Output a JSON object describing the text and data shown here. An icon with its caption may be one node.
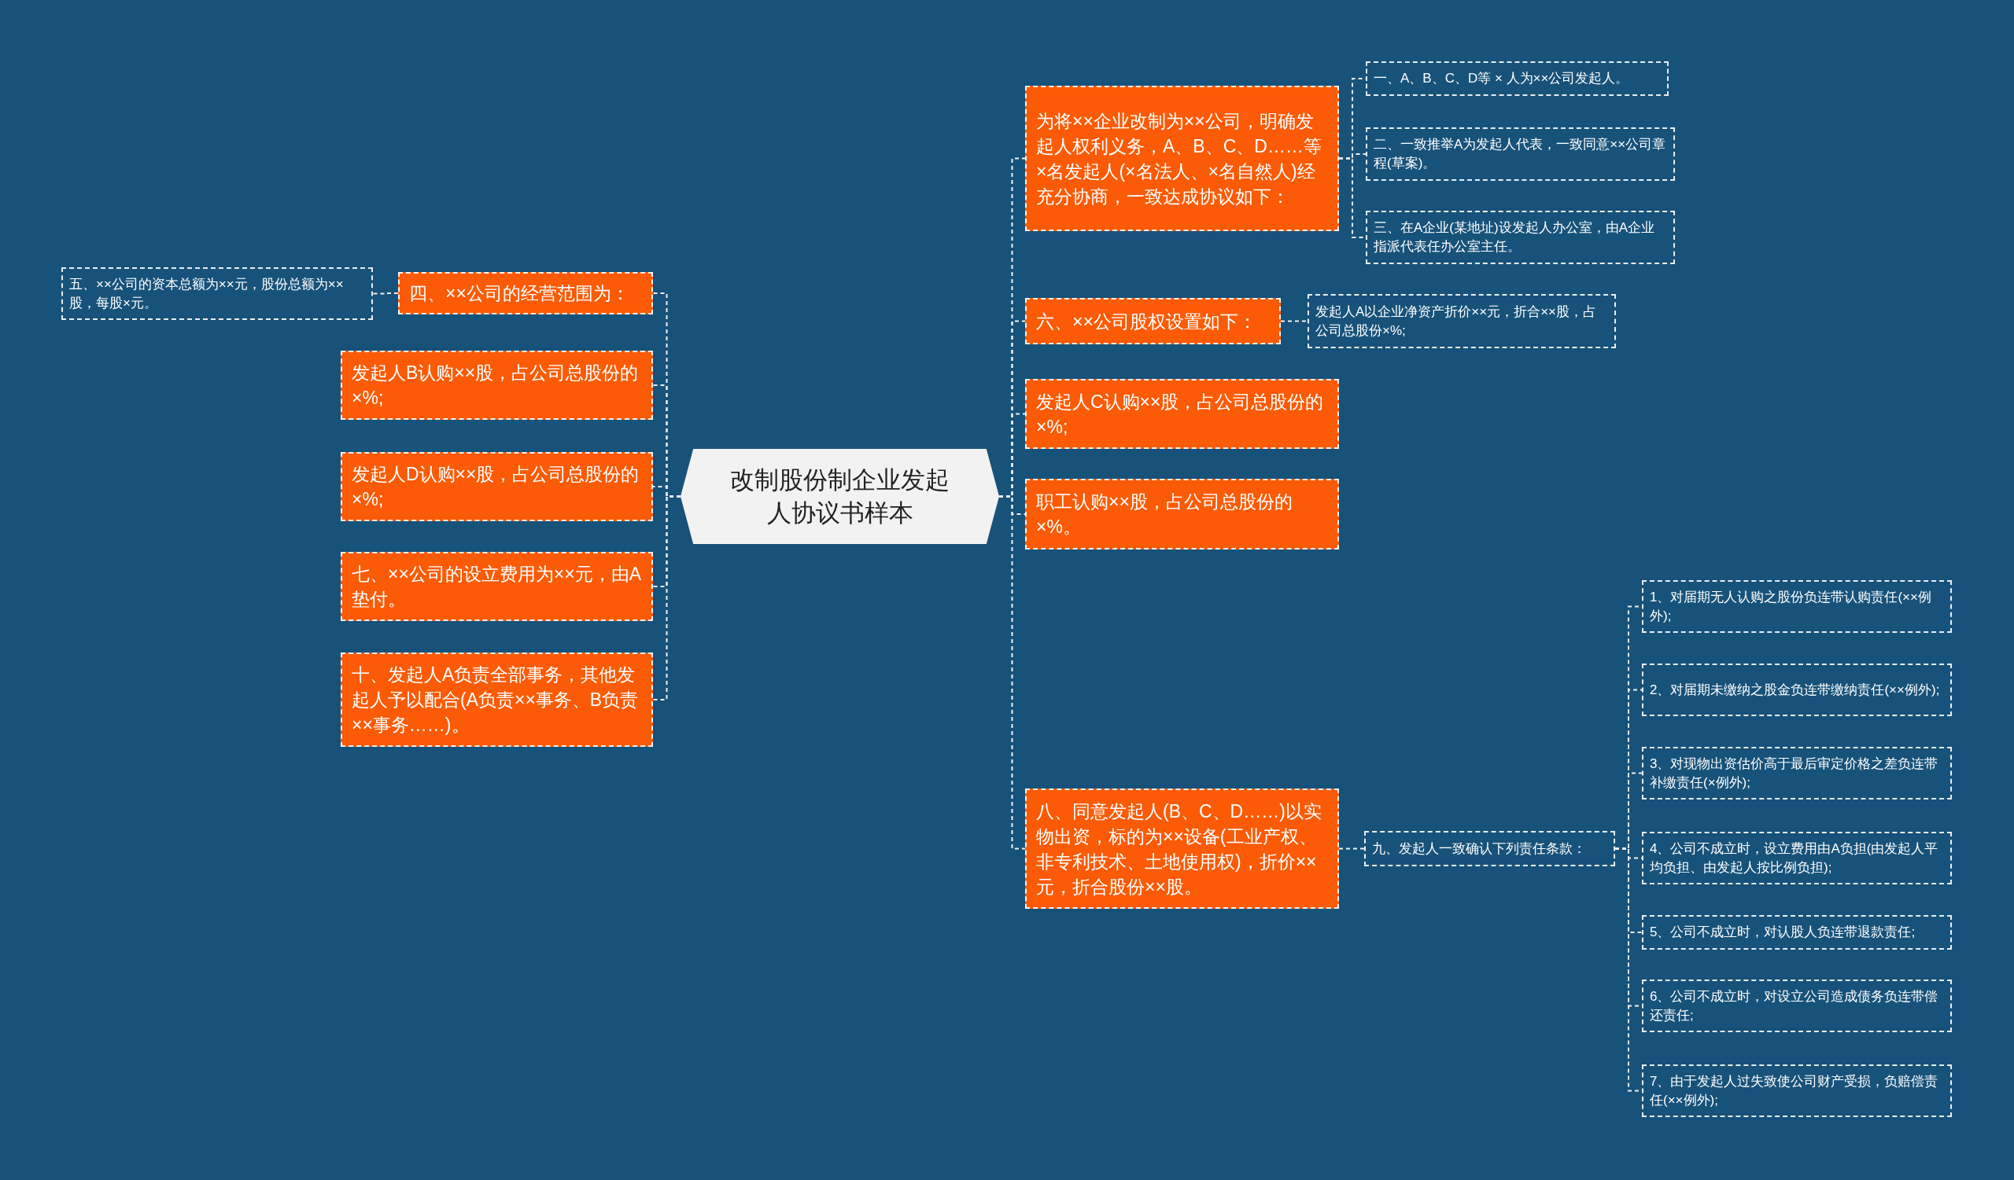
{
  "diagram": {
    "nodes": [
      {
        "text": [
          "改制股份制企业发起人协议书样本"
        ]
      },
      {
        "text": [
          "为将××企业改制为××公司，明确发起人权利义务，A、B、C、D……等×名发起人(×名法人、×名自然人)经充分协商，一致达成协议如下："
        ]
      },
      {
        "text": [
          "一、A、B、C、D等 × 人为××公司发起人。"
        ]
      },
      {
        "text": [
          "二、一致推举A为发起人代表，一致同意××公司章程(草案)。"
        ]
      },
      {
        "text": [
          "三、在A企业(某地址)设发起人办公室，由A企业指派代表任办公室主任。"
        ]
      },
      {
        "text": [
          "六、××公司股权设置如下："
        ]
      },
      {
        "text": [
          "发起人A以企业净资产折价××元，折合××股，占公司总股份×%;"
        ]
      },
      {
        "text": [
          "发起人C认购××股，占公司总股份的×%;"
        ]
      },
      {
        "text": [
          "职工认购××股，占公司总股份的×%。"
        ]
      },
      {
        "text": [
          "八、同意发起人(B、C、D……)以实物出资，标的为××设备(工业产权、非专利技术、土地使用权)，折价××元，折合股份××股。"
        ]
      },
      {
        "text": [
          "九、发起人一致确认下列责任条款："
        ]
      },
      {
        "text": [
          "1、对届期无人认购之股份负连带认购责任(××例外);"
        ]
      },
      {
        "text": [
          "2、对届期未缴纳之股金负连带缴纳责任(××例外);"
        ]
      },
      {
        "text": [
          "3、对现物出资估价高于最后审定价格之差负连带补缴责任(×例外);"
        ]
      },
      {
        "text": [
          "4、公司不成立时，设立费用由A负担(由发起人平均负担、由发起人按比例负担);"
        ]
      },
      {
        "text": [
          "5、公司不成立时，对认股人负连带退款责任;"
        ]
      },
      {
        "text": [
          "6、公司不成立时，对设立公司造成债务负连带偿还责任;"
        ]
      },
      {
        "text": [
          "7、由于发起人过失致使公司财产受损，负赔偿责任(××例外);"
        ]
      },
      {
        "text": [
          "四、××公司的经营范围为："
        ]
      },
      {
        "text": [
          "五、××公司的资本总额为××元，股份总额为××股，每股×元。"
        ]
      },
      {
        "text": [
          "发起人B认购××股，占公司总股份的×%;"
        ]
      },
      {
        "text": [
          "发起人D认购××股，占公司总股份的×%;"
        ]
      },
      {
        "text": [
          "七、××公司的设立费用为××元，由A垫付。"
        ]
      },
      {
        "text": [
          "十、发起人A负责全部事务，其他发起人予以配合(A负责××事务、B负责××事务……)。"
        ]
      }
    ],
    "edges": [
      {
        "from": 0,
        "to": 1,
        "arrow": "none"
      },
      {
        "from": 1,
        "to": 2,
        "arrow": "none"
      },
      {
        "from": 1,
        "to": 3,
        "arrow": "none"
      },
      {
        "from": 1,
        "to": 4,
        "arrow": "none"
      },
      {
        "from": 0,
        "to": 5,
        "arrow": "none"
      },
      {
        "from": 5,
        "to": 6,
        "arrow": "none"
      },
      {
        "from": 0,
        "to": 7,
        "arrow": "none"
      },
      {
        "from": 0,
        "to": 8,
        "arrow": "none"
      },
      {
        "from": 0,
        "to": 9,
        "arrow": "none"
      },
      {
        "from": 9,
        "to": 10,
        "arrow": "none"
      },
      {
        "from": 10,
        "to": 11,
        "arrow": "none"
      },
      {
        "from": 10,
        "to": 12,
        "arrow": "none"
      },
      {
        "from": 10,
        "to": 13,
        "arrow": "none"
      },
      {
        "from": 10,
        "to": 14,
        "arrow": "none"
      },
      {
        "from": 10,
        "to": 15,
        "arrow": "none"
      },
      {
        "from": 10,
        "to": 16,
        "arrow": "none"
      },
      {
        "from": 10,
        "to": 17,
        "arrow": "none"
      },
      {
        "from": 0,
        "to": 18,
        "arrow": "none"
      },
      {
        "from": 18,
        "to": 19,
        "arrow": "none"
      },
      {
        "from": 0,
        "to": 20,
        "arrow": "none"
      },
      {
        "from": 0,
        "to": 21,
        "arrow": "none"
      },
      {
        "from": 0,
        "to": 22,
        "arrow": "none"
      },
      {
        "from": 0,
        "to": 23,
        "arrow": "none"
      }
    ]
  }
}
